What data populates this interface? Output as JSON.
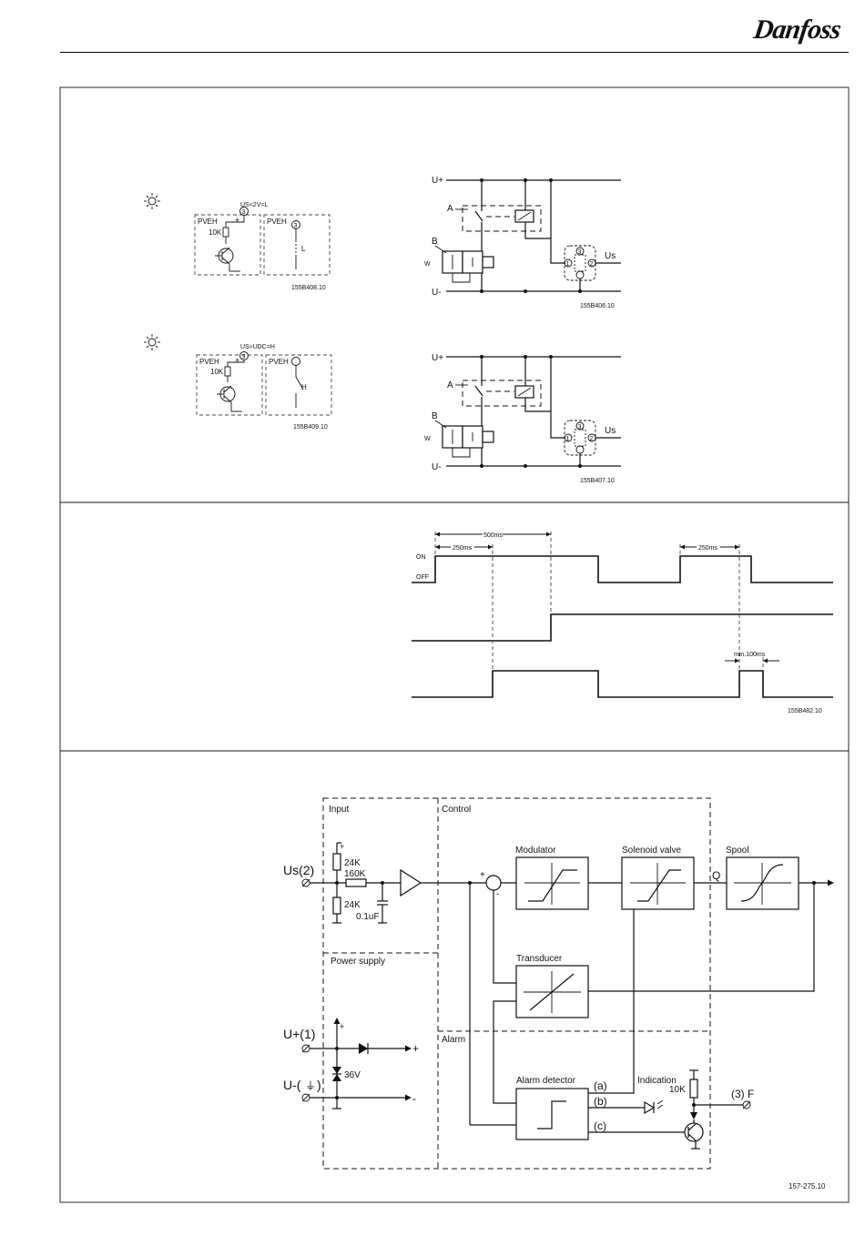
{
  "brand": {
    "logo_text": "Danfoss"
  },
  "section1": {
    "led_left_top": {
      "us_label": "US<2V=L",
      "pveh": "PVEH",
      "resistor": "10K",
      "plus": "+",
      "terminal": "3",
      "switch_box_label": "PVEH",
      "switch_label": "L",
      "code": "155B408.10"
    },
    "led_left_bottom": {
      "us_label": "US≈UDC=H",
      "pveh": "PVEH",
      "resistor": "10K",
      "plus": "+",
      "terminal": "3",
      "switch_box_label": "PVEH",
      "switch_label": "H",
      "code": "155B409.10"
    },
    "circuit_top": {
      "u_plus": "U+",
      "u_minus": "U-",
      "a": "A",
      "b": "B",
      "us": "Us",
      "t1": "1",
      "t2": "2",
      "t3": "3",
      "code": "155B406.10"
    },
    "circuit_bottom": {
      "u_plus": "U+",
      "u_minus": "U-",
      "a": "A",
      "b": "B",
      "us": "Us",
      "t1": "1",
      "t2": "2",
      "t3": "3",
      "code": "155B407.10"
    }
  },
  "section2": {
    "on": "ON",
    "off": "OFF",
    "d500": "500ms",
    "d250a": "250ms",
    "d250b": "250ms",
    "min100": "min.100ms",
    "code": "155B482.10"
  },
  "section3": {
    "input": "Input",
    "control": "Control",
    "power_supply": "Power supply",
    "alarm": "Alarm",
    "us2": "Us(2)",
    "r24a": "24K",
    "r160": "160K",
    "r24b": "24K",
    "cap": "0.1uF",
    "plus_mark": "+",
    "minus_mark": "-",
    "modulator": "Modulator",
    "solenoid": "Solenoid valve",
    "spool": "Spool",
    "q": "Q",
    "transducer": "Transducer",
    "alarm_detector": "Alarm detector",
    "a": "(a)",
    "b": "(b)",
    "c": "(c)",
    "indication": "Indication",
    "r10k": "10K",
    "f3": "(3) F",
    "uplus1": "U+(1)",
    "uminus": "U-(",
    "ground": "⏚",
    "uminus_close": ")",
    "z36": "36V",
    "code": "157-275.10"
  }
}
